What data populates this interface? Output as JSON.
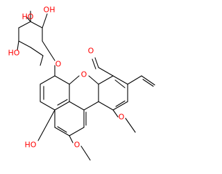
{
  "molecule": {
    "atom_labels": {
      "carbonyl_o": "O",
      "ring_o": "O",
      "sugar_o": "O",
      "oh_sugar_top": "HO",
      "oh_sugar_right": "OH",
      "oh_sugar_left": "HO",
      "ome_right": "O",
      "oh_naph": "HO",
      "ome_naph": "O"
    },
    "colors": {
      "bond": "#000000",
      "oxygen": "#ff0000",
      "background": "#ffffff"
    }
  }
}
